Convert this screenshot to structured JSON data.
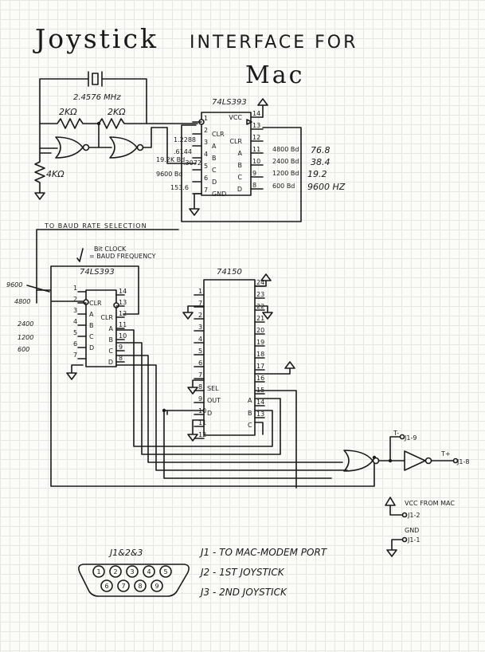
{
  "title": {
    "line1": "Joystick",
    "line2": "INTERFACE FOR",
    "line3": "Mac"
  },
  "osc": {
    "freq": "2.4576 MHz",
    "r1": "2KΩ",
    "r2": "2KΩ",
    "r3": "4KΩ"
  },
  "ic1": {
    "name": "74LS393",
    "left_pins": [
      "1",
      "2",
      "3",
      "4",
      "5",
      "6",
      "7"
    ],
    "left_sigs": [
      "",
      "CLR",
      "A",
      "B",
      "C",
      "D",
      "GND"
    ],
    "right_pins": [
      "14",
      "13",
      "12",
      "11",
      "10",
      "9",
      "8"
    ],
    "right_sigs": [
      "VCC",
      "",
      "CLR",
      "A",
      "B",
      "C",
      "D"
    ],
    "freq_left": [
      "1.2288",
      ".6144",
      ".3072",
      "153.6"
    ],
    "baud_left": [
      "19.2K Bd",
      "9600 Bd"
    ],
    "baud_right": [
      "4800 Bd",
      "2400 Bd",
      "1200 Bd",
      "600 Bd"
    ],
    "freq_right": [
      "76.8",
      "38.4",
      "19.2",
      "9600 HZ"
    ]
  },
  "baud_sel": "TO BAUD RATE SELECTION",
  "bitclock": [
    "Bit CLOCK",
    "= BAUD FREQUENCY"
  ],
  "ic2": {
    "name": "74LS393",
    "left_pins": [
      "1",
      "2",
      "3",
      "4",
      "5",
      "6",
      "7"
    ],
    "left_sigs": [
      "",
      "CLR",
      "A",
      "B",
      "C",
      "D",
      ""
    ],
    "right_pins": [
      "14",
      "13",
      "12",
      "11",
      "10",
      "9",
      "8"
    ],
    "right_sigs": [
      "",
      "",
      "CLR",
      "A",
      "B",
      "C",
      "D"
    ],
    "rates": [
      "9600",
      "4800",
      "2400",
      "1200",
      "600"
    ]
  },
  "ic3": {
    "name": "74150",
    "left_pins": [
      "1",
      "7",
      "2",
      "3",
      "4",
      "5",
      "6",
      "7",
      "8",
      "9",
      "10",
      "11",
      "12"
    ],
    "right_pins": [
      "24",
      "23",
      "22",
      "21",
      "20",
      "19",
      "18",
      "17",
      "16",
      "15",
      "14",
      "13"
    ],
    "sigs": [
      "SEL",
      "OUT",
      "D",
      "A",
      "B",
      "C"
    ]
  },
  "conn": {
    "t_minus": "T-",
    "j19": "J1-9",
    "t_plus": "T+",
    "j18": "J1-8",
    "vcc": "VCC FROM MAC",
    "j12": "J1-2",
    "gnd": "GND",
    "j11": "J1-1"
  },
  "db9": {
    "label": "J1&2&3",
    "pins": [
      "1",
      "2",
      "3",
      "4",
      "5",
      "6",
      "7",
      "8",
      "9"
    ]
  },
  "legend": [
    "J1 - TO MAC-MODEM PORT",
    "J2 - 1ST JOYSTICK",
    "J3 - 2ND JOYSTICK"
  ]
}
